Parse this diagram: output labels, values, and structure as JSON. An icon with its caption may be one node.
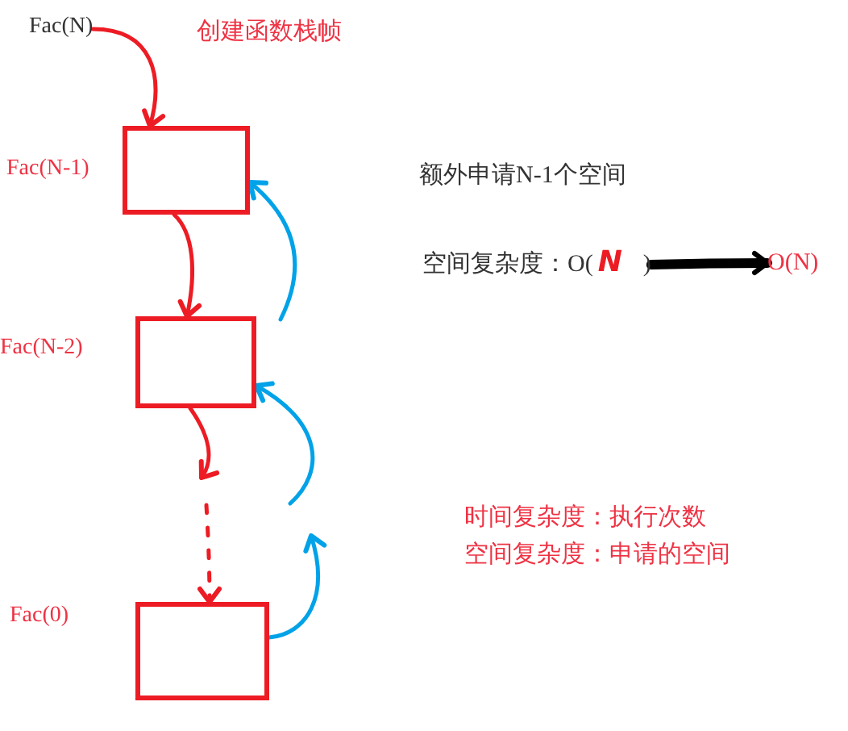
{
  "diagram": {
    "nodes": [
      {
        "text": [
          "Fac(N)"
        ]
      },
      {
        "text": [],
        "shape": "box",
        "beside": [
          "Fac(N-1)"
        ]
      },
      {
        "text": [],
        "shape": "box",
        "beside": [
          "Fac(N-2)"
        ]
      },
      {
        "text": [],
        "shape": "box",
        "beside": [
          "Fac(0)"
        ]
      },
      {
        "text": [
          "空间复杂度：O(",
          "N",
          ")"
        ]
      },
      {
        "text": [
          "O(N)"
        ]
      }
    ],
    "edges": [
      {
        "from": 0,
        "to": 1,
        "arrow": "to"
      },
      {
        "from": 1,
        "to": 2,
        "arrow": "to"
      },
      {
        "from": 2,
        "to": null,
        "arrow": "to"
      },
      {
        "from": null,
        "to": 3,
        "arrow": "to",
        "style": "dashed"
      },
      {
        "from": 3,
        "to": null,
        "arrow": "to",
        "color": "#00a2e8"
      },
      {
        "from": null,
        "to": 2,
        "arrow": "to",
        "color": "#00a2e8"
      },
      {
        "from": null,
        "to": 1,
        "arrow": "to",
        "color": "#00a2e8"
      },
      {
        "from": 4,
        "to": 5,
        "arrow": "to",
        "style": "thick",
        "color": "#000000"
      }
    ],
    "labels": [
      "创建函数栈帧",
      "额外申请N-1个空间",
      "时间复杂度：执行次数",
      "空间复杂度：申请的空间"
    ]
  }
}
